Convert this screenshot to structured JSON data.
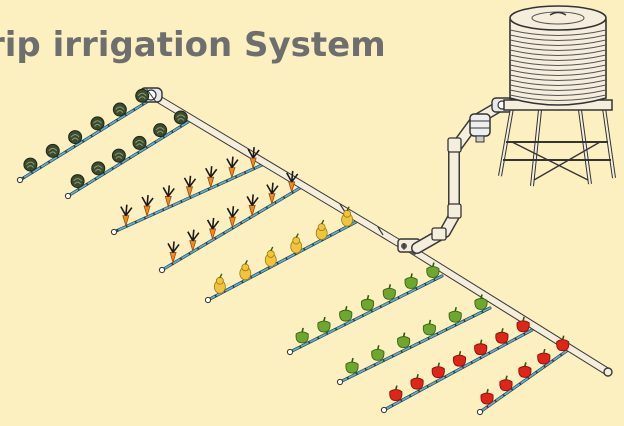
{
  "title": {
    "top_fragment": "y",
    "main": "rip irrigation System"
  },
  "colors": {
    "background": "#fcefc0",
    "pipe_fill": "#f6eedd",
    "pipe_stroke": "#3a3a3a",
    "drip_line": "#5aaed0",
    "cabbage": "#3c4a2e",
    "carrot": "#f08a1e",
    "pear": "#f2c43a",
    "green_pepper": "#6ea62e",
    "red_pepper": "#e02418"
  },
  "crop_rows": [
    {
      "crop": "cabbage",
      "count": 6
    },
    {
      "crop": "cabbage",
      "count": 6
    },
    {
      "crop": "carrot",
      "count": 7
    },
    {
      "crop": "carrot",
      "count": 7
    },
    {
      "crop": "pear",
      "count": 6
    },
    {
      "crop": "green_pepper",
      "count": 7
    },
    {
      "crop": "green_pepper",
      "count": 6
    },
    {
      "crop": "red_pepper",
      "count": 7
    },
    {
      "crop": "red_pepper",
      "count": 5
    }
  ]
}
